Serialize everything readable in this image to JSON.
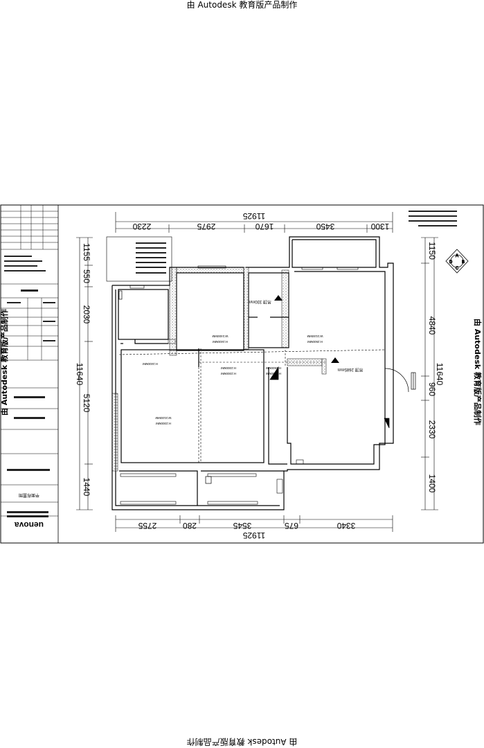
{
  "watermark": {
    "top": "由 Autodesk 教育版产品制作",
    "bottom": "由 Autodesk 教育版产品制作",
    "right": "由 Autodesk 教育版产品制作",
    "left": "由 Autodesk 教育版产品制作"
  },
  "dimensions": {
    "top_total": "11925",
    "top_segments": [
      "2230",
      "2975",
      "1670",
      "3450",
      "1300"
    ],
    "bottom_total": "11925",
    "bottom_segments": [
      "2755",
      "280",
      "3545",
      "675",
      "3340"
    ],
    "left_total": "11640",
    "left_segments": [
      "1155",
      "550",
      "2030",
      "5120",
      "1440"
    ],
    "right_total": "11640",
    "right_segments": [
      "1150",
      "4840",
      "960",
      "2330",
      "1400"
    ]
  },
  "room_labels": {
    "r1": "H:2400MM",
    "r2": "H:2400MM",
    "r3": "W:2100MM",
    "r4": "H:2500MM",
    "r5": "H:2300MM",
    "r6": "W:2100MM",
    "r7": "H:2300MM",
    "r8": "W:2400MM",
    "r9": "H:2500MM",
    "ceil_note": "吊顶 330mm",
    "ceil_main": "吊顶 2685mm"
  },
  "brand": "uenova",
  "title_block_note": "平面布置图",
  "compass": [
    "A",
    "B",
    "C",
    "D"
  ],
  "colors": {
    "line": "#000000",
    "hatch": "#777777",
    "paper": "#ffffff"
  }
}
